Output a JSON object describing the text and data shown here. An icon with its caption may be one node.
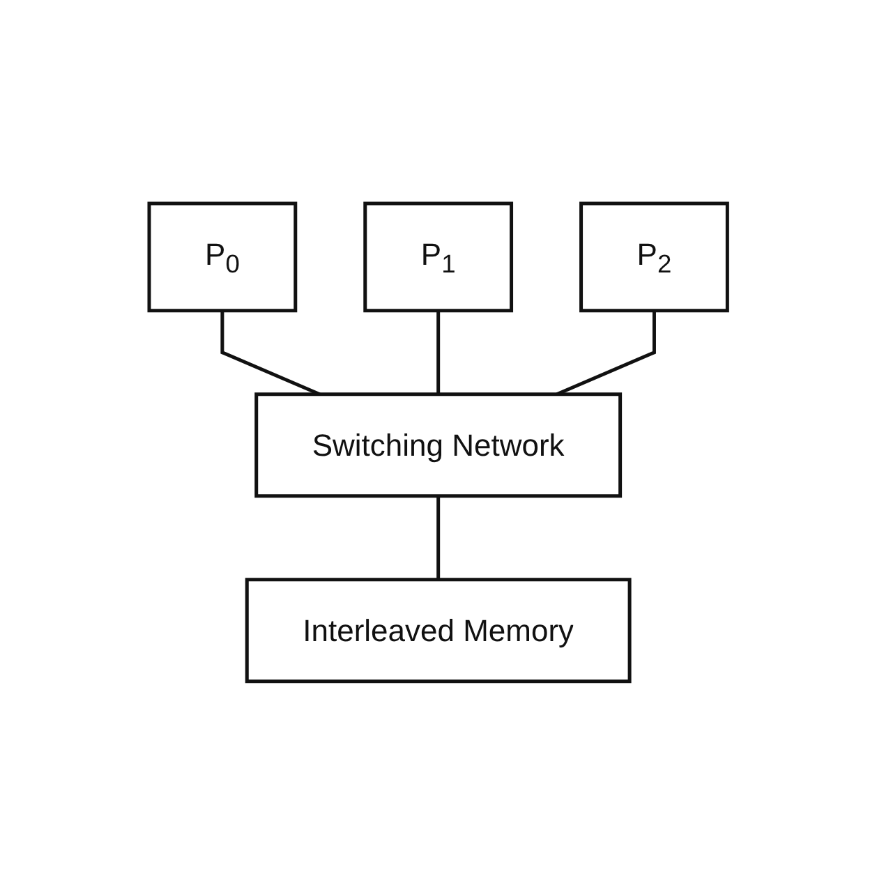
{
  "diagram": {
    "nodes": [
      {
        "text": [
          "P$_{0}$"
        ]
      },
      {
        "text": [
          "P$_{1}$"
        ]
      },
      {
        "text": [
          "P$_{2}$"
        ]
      },
      {
        "text": [
          "Switching Network"
        ]
      },
      {
        "text": [
          "Interleaved Memory"
        ]
      }
    ],
    "edges": [
      {
        "from": 0,
        "to": 3,
        "arrow": "none"
      },
      {
        "from": 1,
        "to": 3,
        "arrow": "none"
      },
      {
        "from": 2,
        "to": 3,
        "arrow": "none"
      },
      {
        "from": 3,
        "to": 4,
        "arrow": "none"
      }
    ]
  }
}
